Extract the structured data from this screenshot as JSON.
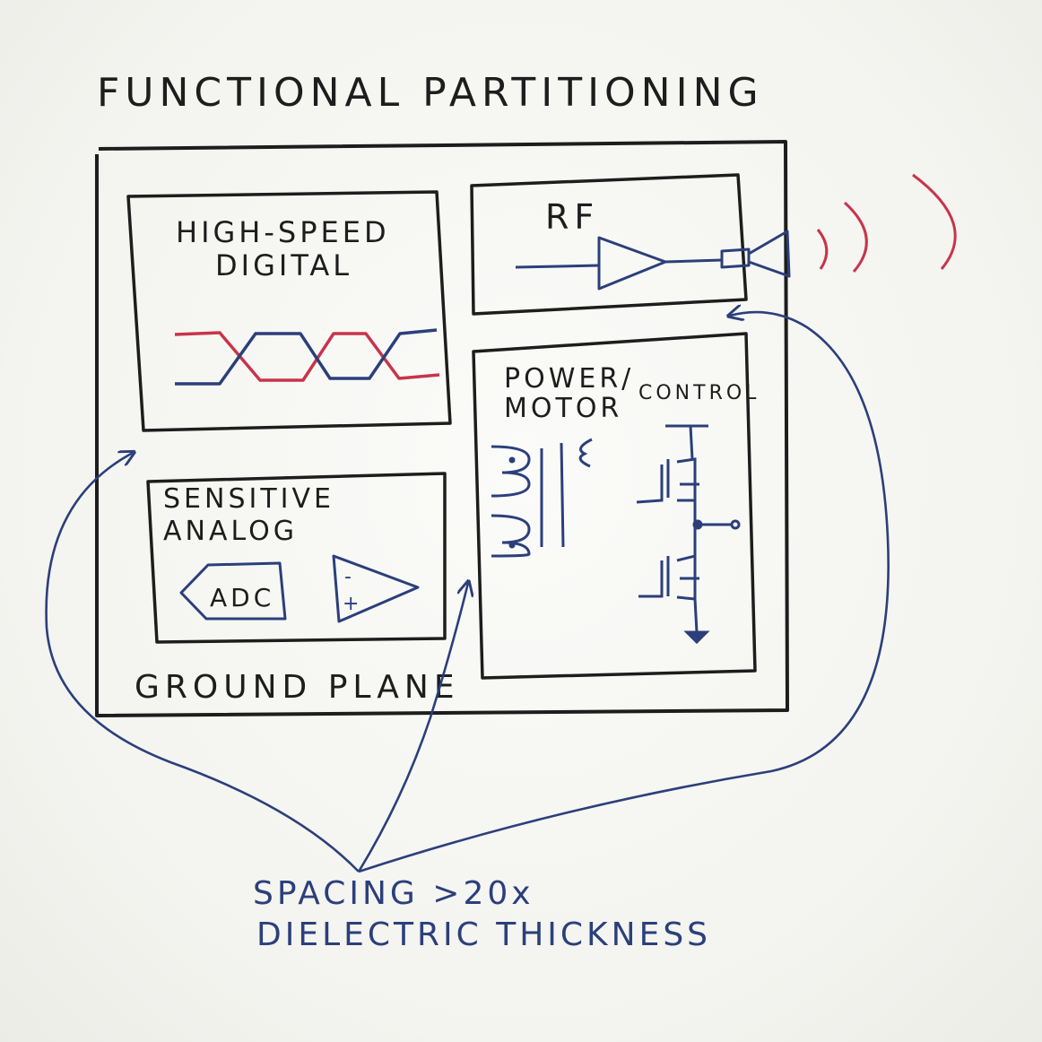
{
  "title": "FUNCTIONAL PARTITIONING",
  "blocks": {
    "high_speed_digital": {
      "line1": "HIGH-SPEED",
      "line2": "DIGITAL"
    },
    "rf": {
      "label": "RF"
    },
    "power_motor": {
      "line1": "POWER/",
      "line2": "MOTOR",
      "line3": "CONTROL"
    },
    "sensitive_analog": {
      "line1": "SENSITIVE",
      "line2": "ANALOG",
      "adc_label": "ADC",
      "opamp_minus": "-",
      "opamp_plus": "+"
    },
    "ground_plane": {
      "label": "GROUND PLANE"
    }
  },
  "annotation": {
    "line1": "SPACING >20x",
    "line2": "DIELECTRIC THICKNESS"
  },
  "colors": {
    "ink_black": "#1d1d1d",
    "ink_blue": "#2b3f7a",
    "ink_red": "#c8344a",
    "paper": "#f6f6f3"
  }
}
